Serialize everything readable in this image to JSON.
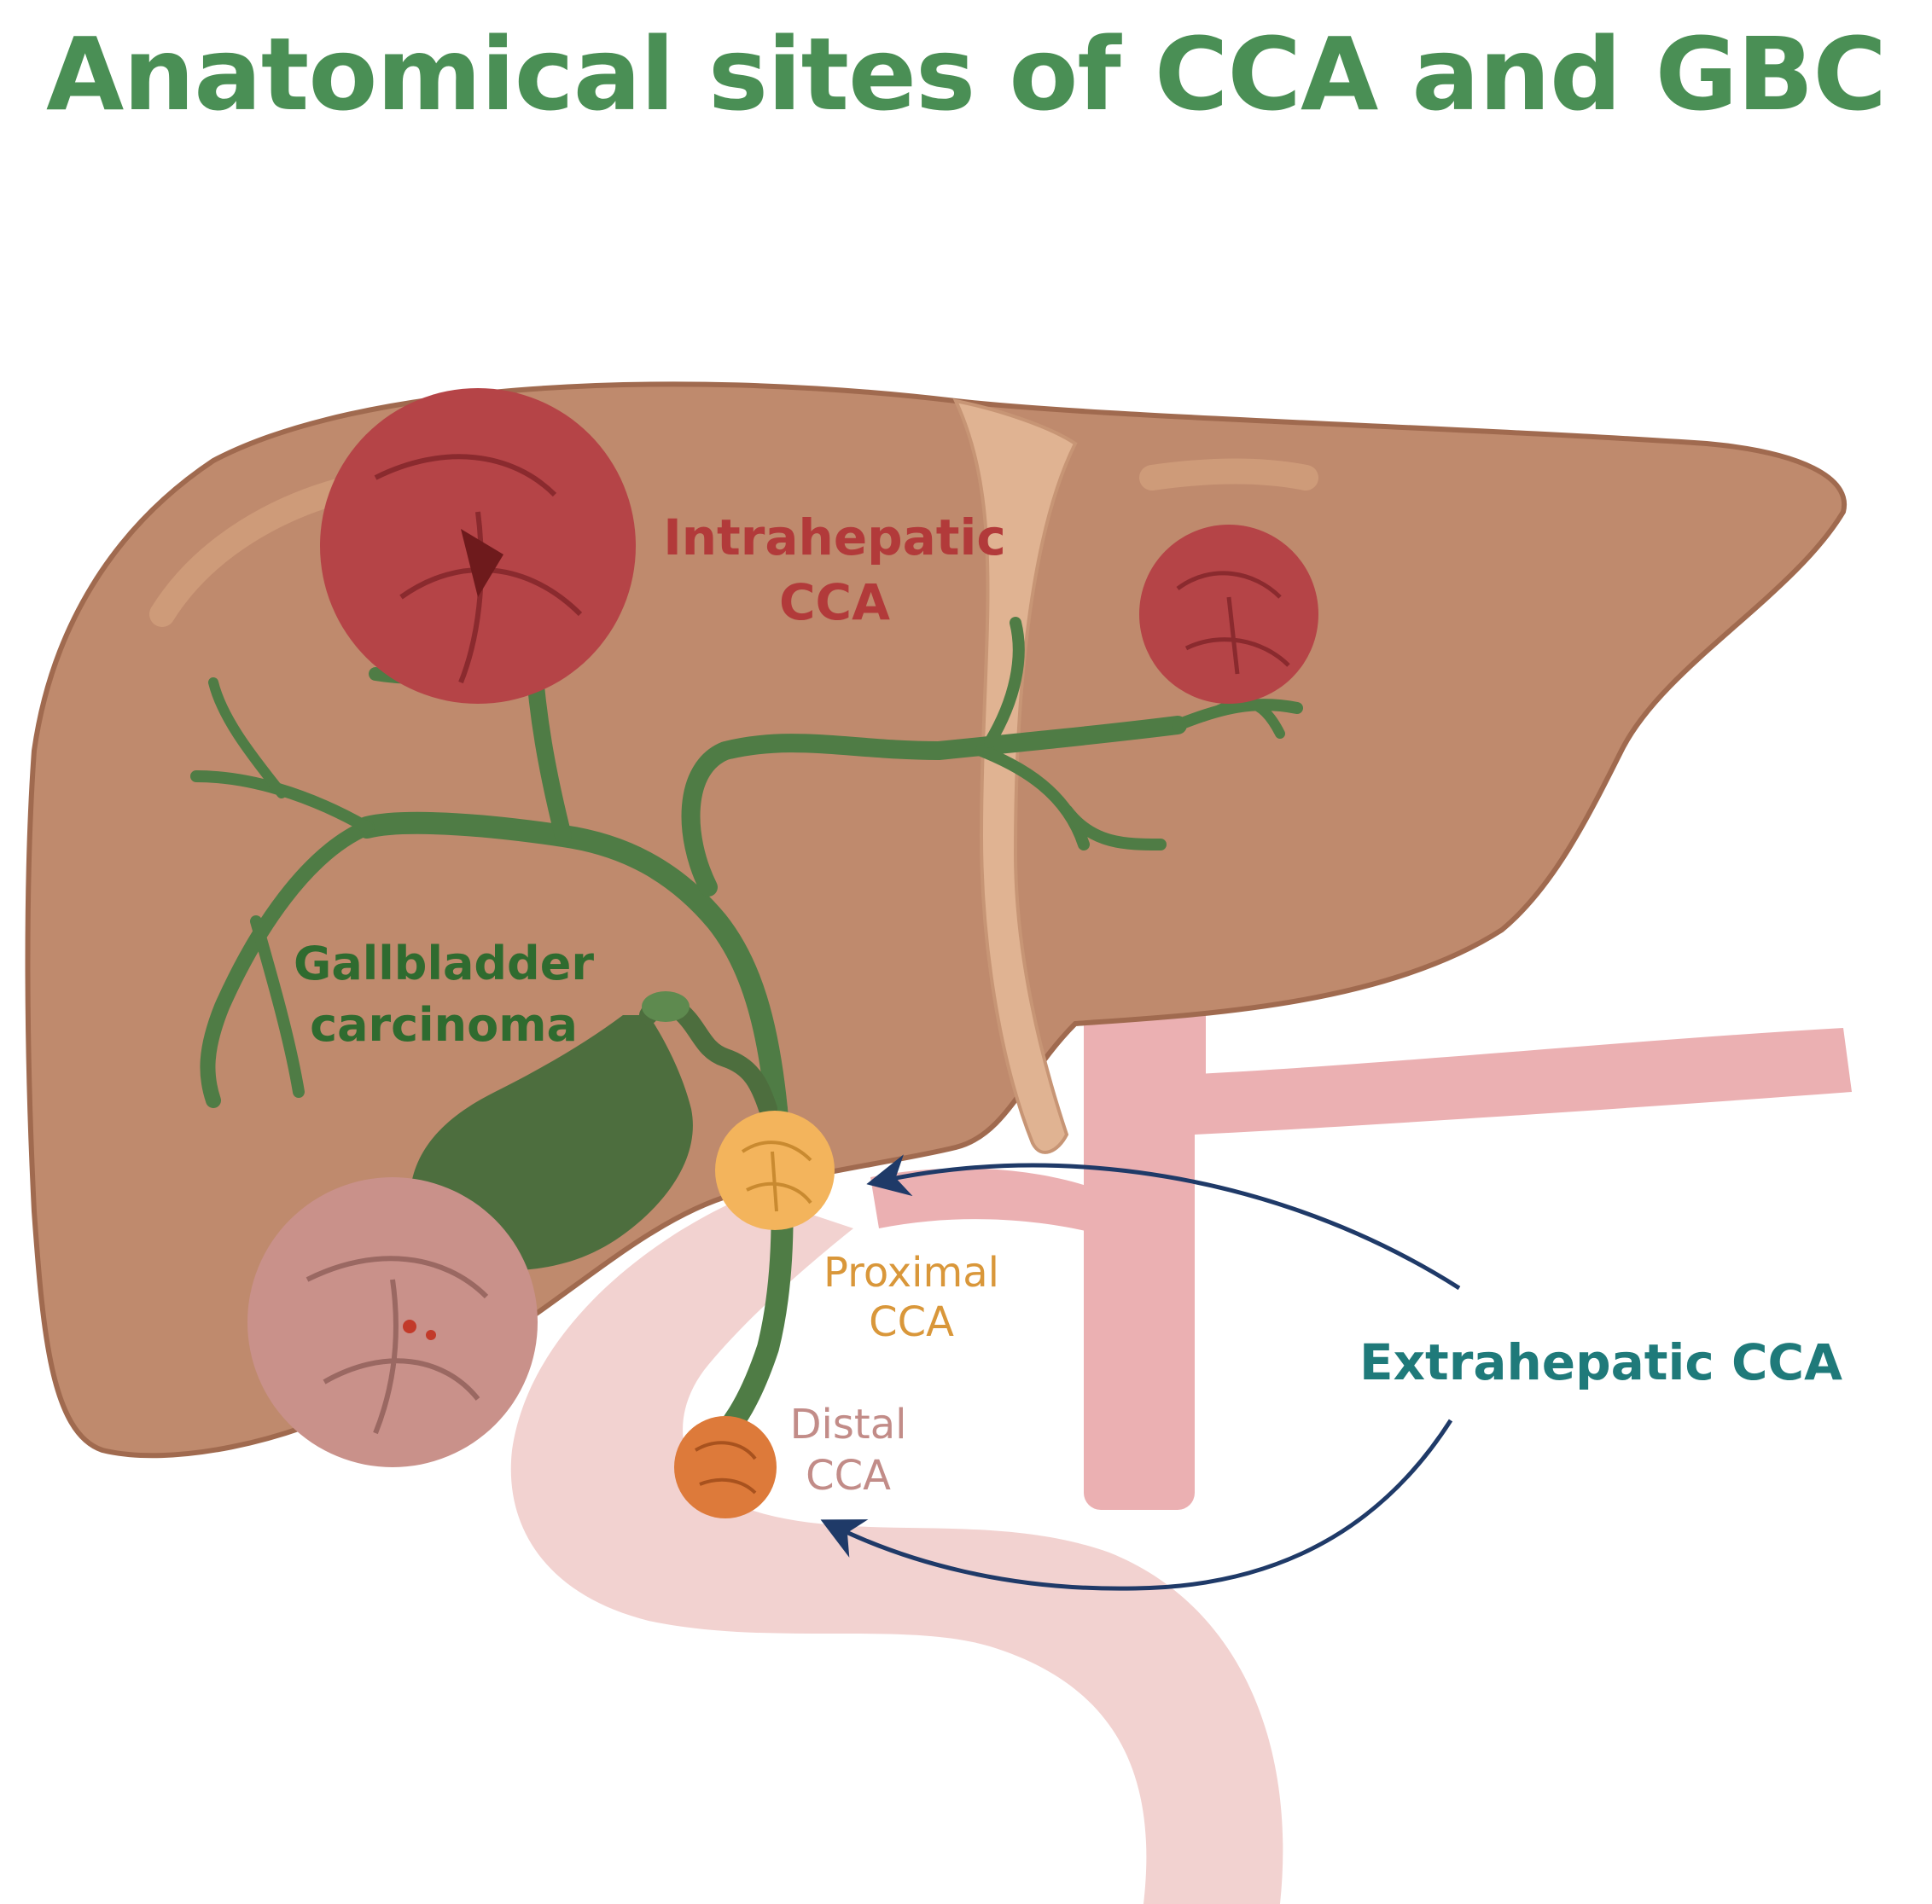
{
  "title": "Anatomical sites of CCA and GBC",
  "colors": {
    "title": "#4a8f55",
    "liver": "#bf8a6d",
    "liver_edge": "#a06a4f",
    "duct": "#4f7c45",
    "tumor_intrahepatic": "#b54447",
    "tumor_gbc": "#c9918a",
    "tumor_proximal": "#f3b45c",
    "tumor_distal": "#dd7a3a",
    "gallbladder": "#4d6e3e",
    "vessel": "#ebb0b2",
    "duodenum": "#f2d2d0",
    "arrow": "#1f3a68",
    "label_intrahepatic": "#b23a3a",
    "label_gbc": "#2f6b2f",
    "label_proximal": "#d9973a",
    "label_distal": "#c28c88",
    "label_extrahepatic": "#1f7a7a"
  },
  "labels": {
    "intrahepatic": [
      "Intrahepatic",
      "CCA"
    ],
    "gallbladder": [
      "Gallbladder",
      "carcinoma"
    ],
    "proximal": [
      "Proximal",
      "CCA"
    ],
    "distal": [
      "Distal",
      "CCA"
    ],
    "extrahepatic": "Extrahepatic CCA"
  }
}
